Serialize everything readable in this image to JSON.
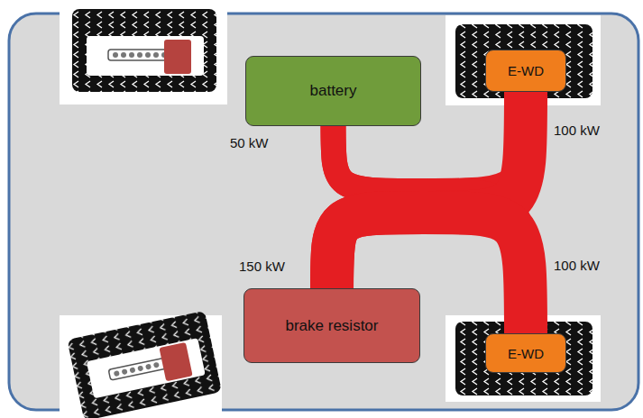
{
  "diagram": {
    "nodes": [
      {
        "text": [
          "battery"
        ]
      },
      {
        "text": [
          "E-WD"
        ]
      },
      {
        "text": [
          "brake resistor"
        ]
      },
      {
        "text": [
          "E-WD"
        ]
      }
    ],
    "edges": [
      {
        "from": 0,
        "to": 1,
        "arrow": "none"
      },
      {
        "from": 0,
        "to": 3,
        "arrow": "none"
      },
      {
        "from": 2,
        "to": 1,
        "arrow": "none"
      },
      {
        "from": 2,
        "to": 3,
        "arrow": "none"
      }
    ],
    "labels": [
      "50 kW",
      "100 kW",
      "150 kW",
      "100 kW"
    ]
  }
}
